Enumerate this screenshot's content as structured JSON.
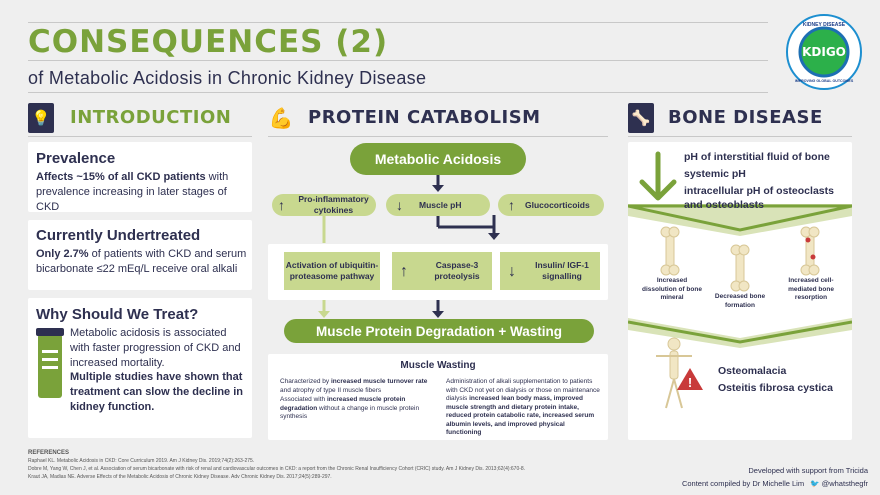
{
  "header": {
    "title": "CONSEQUENCES (2)",
    "subtitle": "of Metabolic Acidosis in Chronic Kidney Disease"
  },
  "logo": {
    "top": "KIDNEY DISEASE",
    "center": "KDIGO",
    "bottom": "IMPROVING GLOBAL OUTCOMES"
  },
  "intro": {
    "title": "INTRODUCTION",
    "prevalence": {
      "heading": "Prevalence",
      "bold": "Affects ~15% of all CKD patients",
      "rest": " with prevalence increasing in later stages of CKD"
    },
    "undertreated": {
      "heading": "Currently Undertreated",
      "bold": "Only 2.7%",
      "rest": " of patients with CKD and serum bicarbonate ≤22 mEq/L receive oral alkali"
    },
    "why": {
      "heading": "Why Should We Treat?",
      "p1": "Metabolic acidosis is associated with faster progression of CKD and increased mortality.",
      "p2": "Multiple studies have shown that treatment can slow the decline in kidney function."
    }
  },
  "protein": {
    "title": "PROTEIN CATABOLISM",
    "top": "Metabolic Acidosis",
    "row1": [
      {
        "arrow": "↑",
        "label": "Pro-inflammatory cytokines"
      },
      {
        "arrow": "↓",
        "label": "Muscle pH"
      },
      {
        "arrow": "↑",
        "label": "Glucocorticoids"
      }
    ],
    "row2": [
      {
        "arrow": "",
        "label": "Activation of ubiquitin-proteasome pathway"
      },
      {
        "arrow": "↑",
        "label": "Caspase-3 proteolysis"
      },
      {
        "arrow": "↓",
        "label": "Insulin/ IGF-1 signalling"
      }
    ],
    "bottom": "Muscle Protein Degradation + Wasting",
    "wasting": {
      "title": "Muscle Wasting",
      "l1a": "Characterized by ",
      "l1b": "increased muscle turnover rate",
      "l1c": " and atrophy of type II muscle fibers",
      "l2a": "Associated with ",
      "l2b": "increased muscle protein degradation",
      "l2c": " without a change in muscle protein synthesis",
      "r1": "Administration of alkali supplementation to patients with CKD not yet on dialysis or those on maintenance dialysis ",
      "r2": "increased lean body mass, improved muscle strength and dietary protein intake, reduced protein catabolic rate, increased serum albumin levels, and improved physical functioning"
    }
  },
  "bone": {
    "title": "BONE DISEASE",
    "l1": "pH of interstitial fluid of bone",
    "l2": "systemic pH",
    "l3": "intracellular pH of osteoclasts and osteoblasts",
    "b1": "Increased dissolution of bone mineral",
    "b2": "Decreased bone formation",
    "b3": "Increased cell-mediated bone resorption",
    "o1": "Osteomalacia",
    "o2": "Osteitis fibrosa cystica"
  },
  "refs": {
    "head": "REFERENCES",
    "r1": "Raphael KL. Metabolic Acidosis in CKD: Core Curriculum 2019. Am J Kidney Dis. 2019;74(2):263-275.",
    "r2": "Dobre M, Yang W, Chen J, et al. Association of serum bicarbonate with risk of renal and cardiovascular outcomes in CKD: a report from the Chronic Renal Insufficiency Cohort (CRIC) study. Am J Kidney Dis. 2013;62(4):670-8.",
    "r3": "Kraut JA, Madias NE. Adverse Effects of the Metabolic Acidosis of Chronic Kidney Disease. Adv Chronic Kidney Dis. 2017;24(5):289-297."
  },
  "footer": {
    "support": "Developed with support from Tricida",
    "credit": "Content compiled by Dr Michelle Lim",
    "handle": "@whatsthegfr"
  }
}
